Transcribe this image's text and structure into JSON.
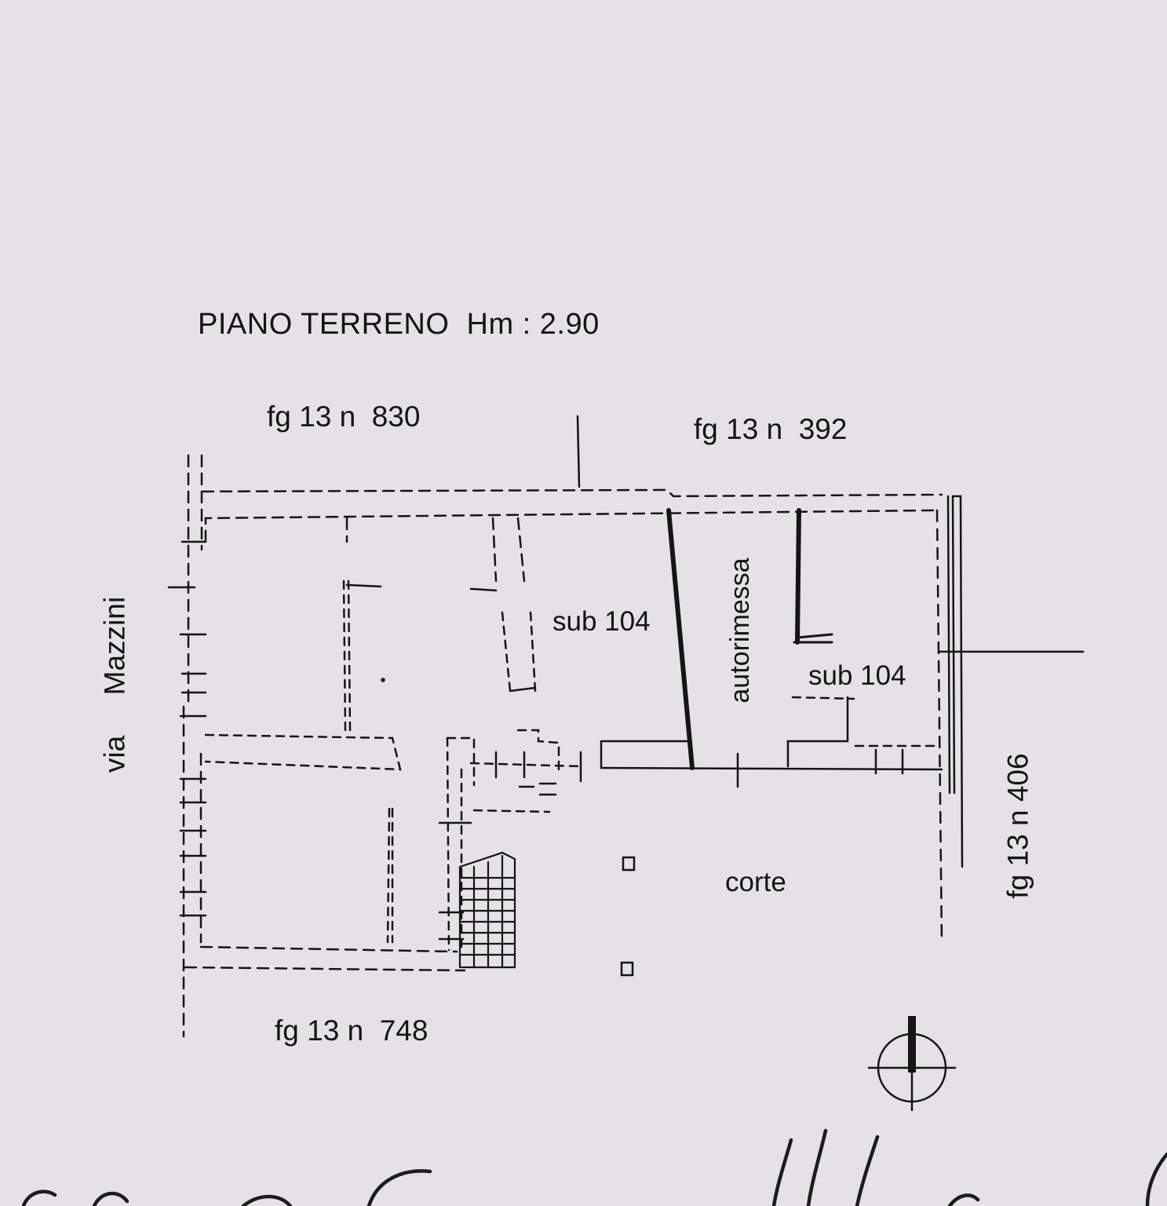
{
  "title": "PIANO TERRENO  Hm : 2.90",
  "neighbors": {
    "north_west": "fg 13 n  830",
    "north_east": "fg 13 n  392",
    "south": "fg 13 n  748",
    "east": "fg 13 n 406"
  },
  "street": "via     Mazzini",
  "rooms": {
    "sub_main": "sub 104",
    "garage": "autorimessa",
    "sub_east": "sub 104",
    "courtyard": "corte"
  },
  "colors": {
    "paper": "#e4e2e5",
    "ink": "#141414"
  },
  "icons": [
    "north-arrow-icon",
    "signature-icon"
  ]
}
